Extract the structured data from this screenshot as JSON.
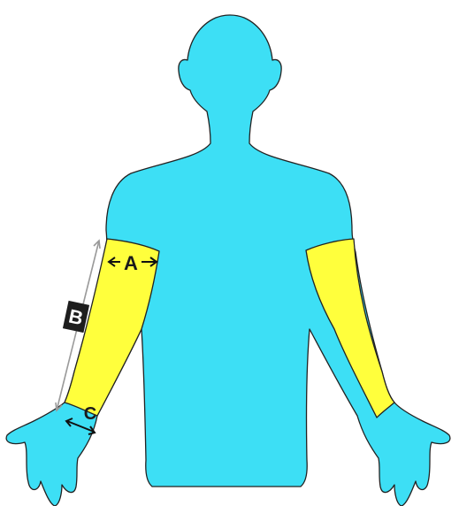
{
  "colors": {
    "body": "#3ddff5",
    "sleeve": "#ffff3c",
    "outline": "#222222",
    "length_arrow": "#9a9a9a",
    "label_box": "#1e1e1e",
    "label_text_on_box": "#ffffff",
    "label_text": "#1a1a1a"
  },
  "measurements": {
    "a": {
      "letter": "A"
    },
    "b": {
      "letter": "B"
    },
    "c": {
      "letter": "C"
    }
  }
}
